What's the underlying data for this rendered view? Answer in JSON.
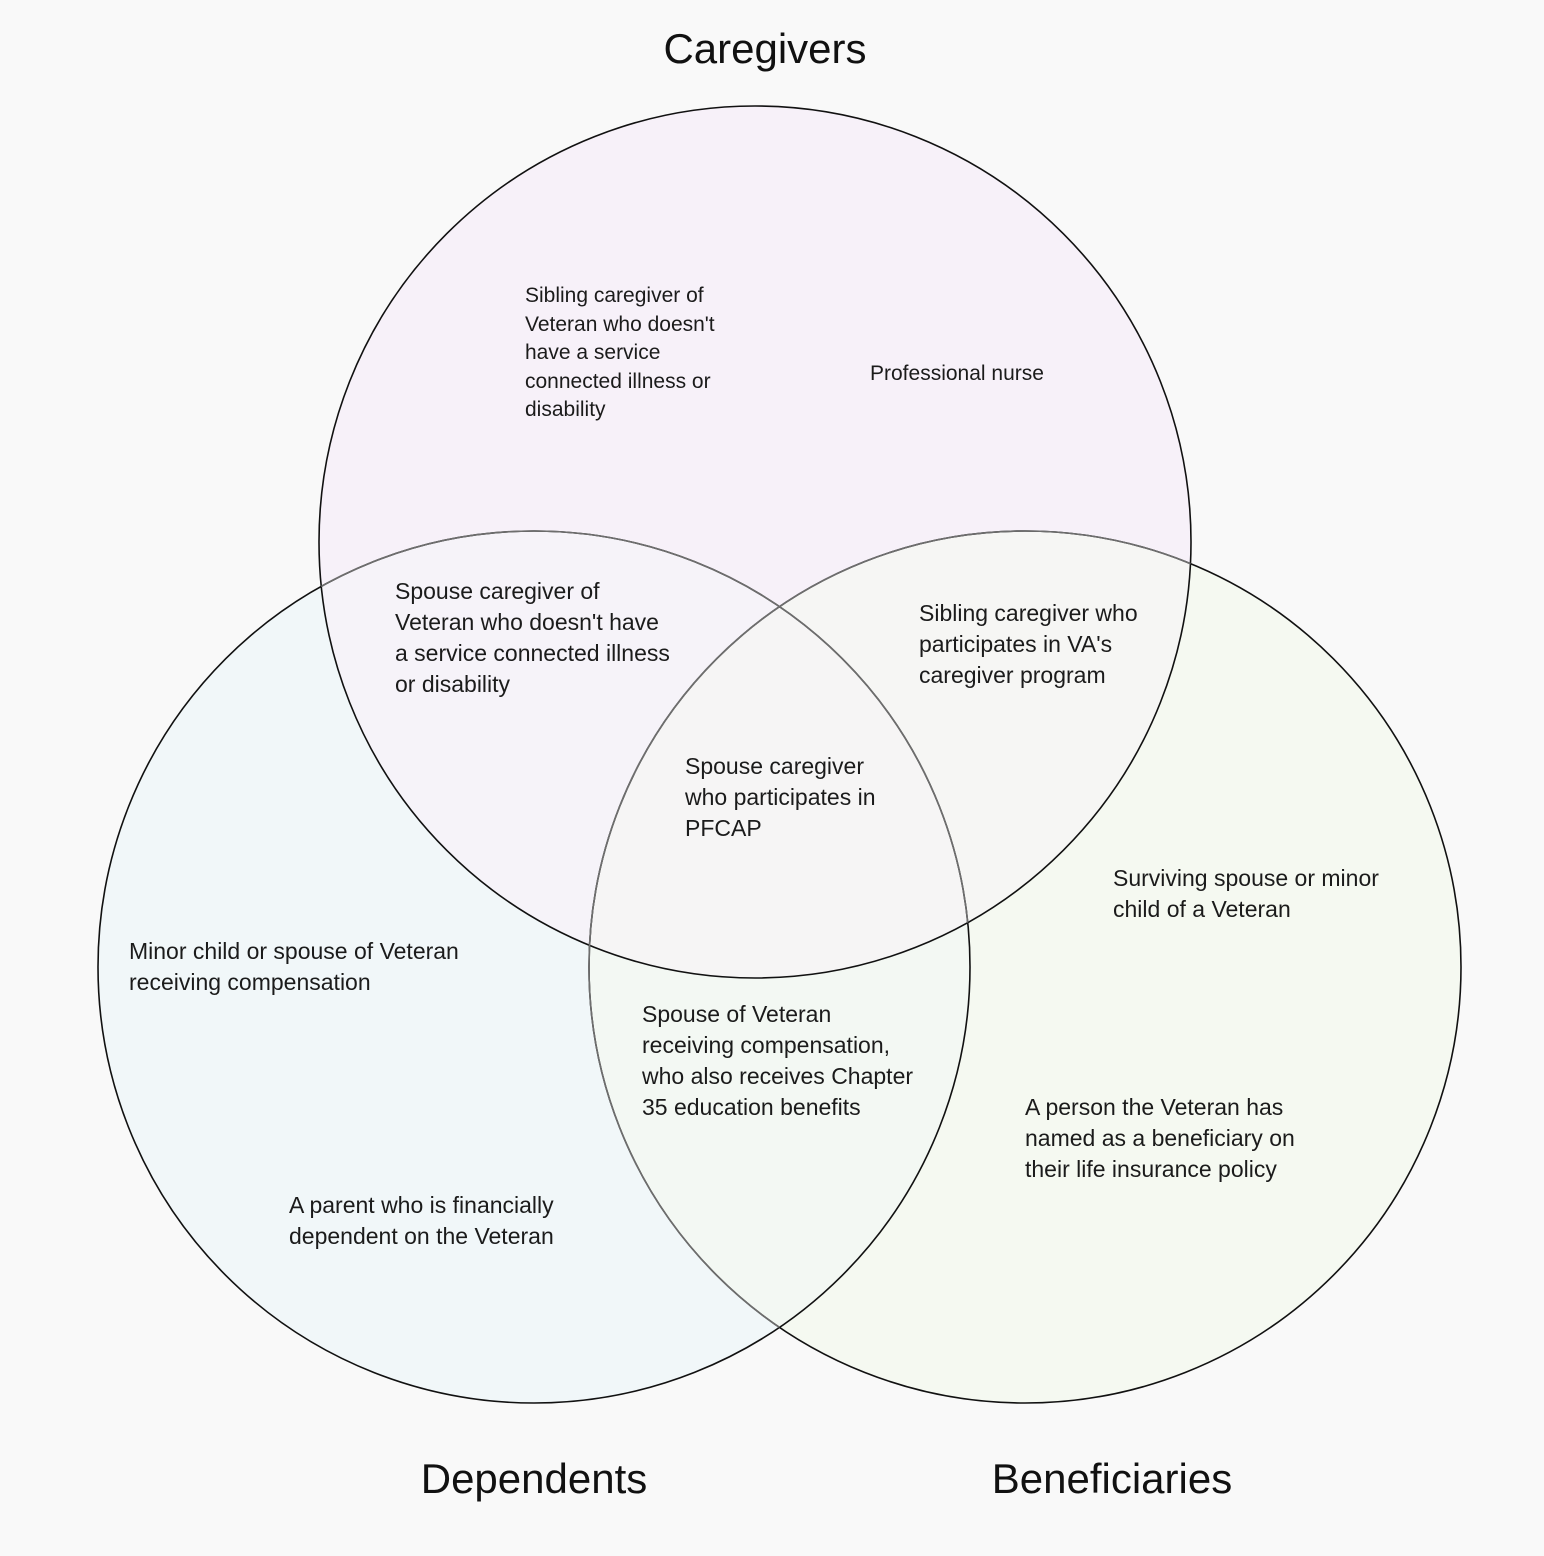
{
  "sets": {
    "caregivers": {
      "title": "Caregivers",
      "fill": "#f7f1f9"
    },
    "dependents": {
      "title": "Dependents",
      "fill": "#f1f7f9"
    },
    "beneficiaries": {
      "title": "Beneficiaries",
      "fill": "#f5f9f1"
    }
  },
  "colors": {
    "background": "#f9f9f9",
    "circle_stroke": "#111111",
    "overlap_cd": "#f6f3f9",
    "overlap_cb": "#f6f6f4",
    "overlap_db": "#f3f8f3",
    "overlap_all": "#f6f5f5"
  },
  "regions": {
    "caregivers_only_1": "Sibling caregiver of\nVeteran who doesn't\nhave a service\nconnected illness or\ndisability",
    "caregivers_only_2": "Professional nurse",
    "caregivers_dependents": "Spouse caregiver of\nVeteran who doesn't have\na service connected illness\nor disability",
    "caregivers_beneficiaries": "Sibling caregiver who\nparticipates in VA's\ncaregiver program",
    "all_three": "Spouse caregiver\nwho participates in\nPFCAP",
    "dependents_only_1": "Minor child or spouse of Veteran\nreceiving compensation",
    "dependents_only_2": "A parent who is financially\ndependent on the Veteran",
    "dependents_beneficiaries": "Spouse of Veteran\nreceiving compensation,\nwho also receives Chapter\n35 education benefits",
    "beneficiaries_only_1": "Surviving spouse or minor\nchild of a Veteran",
    "beneficiaries_only_2": "A person the Veteran has\nnamed as a beneficiary on\ntheir life insurance policy"
  }
}
